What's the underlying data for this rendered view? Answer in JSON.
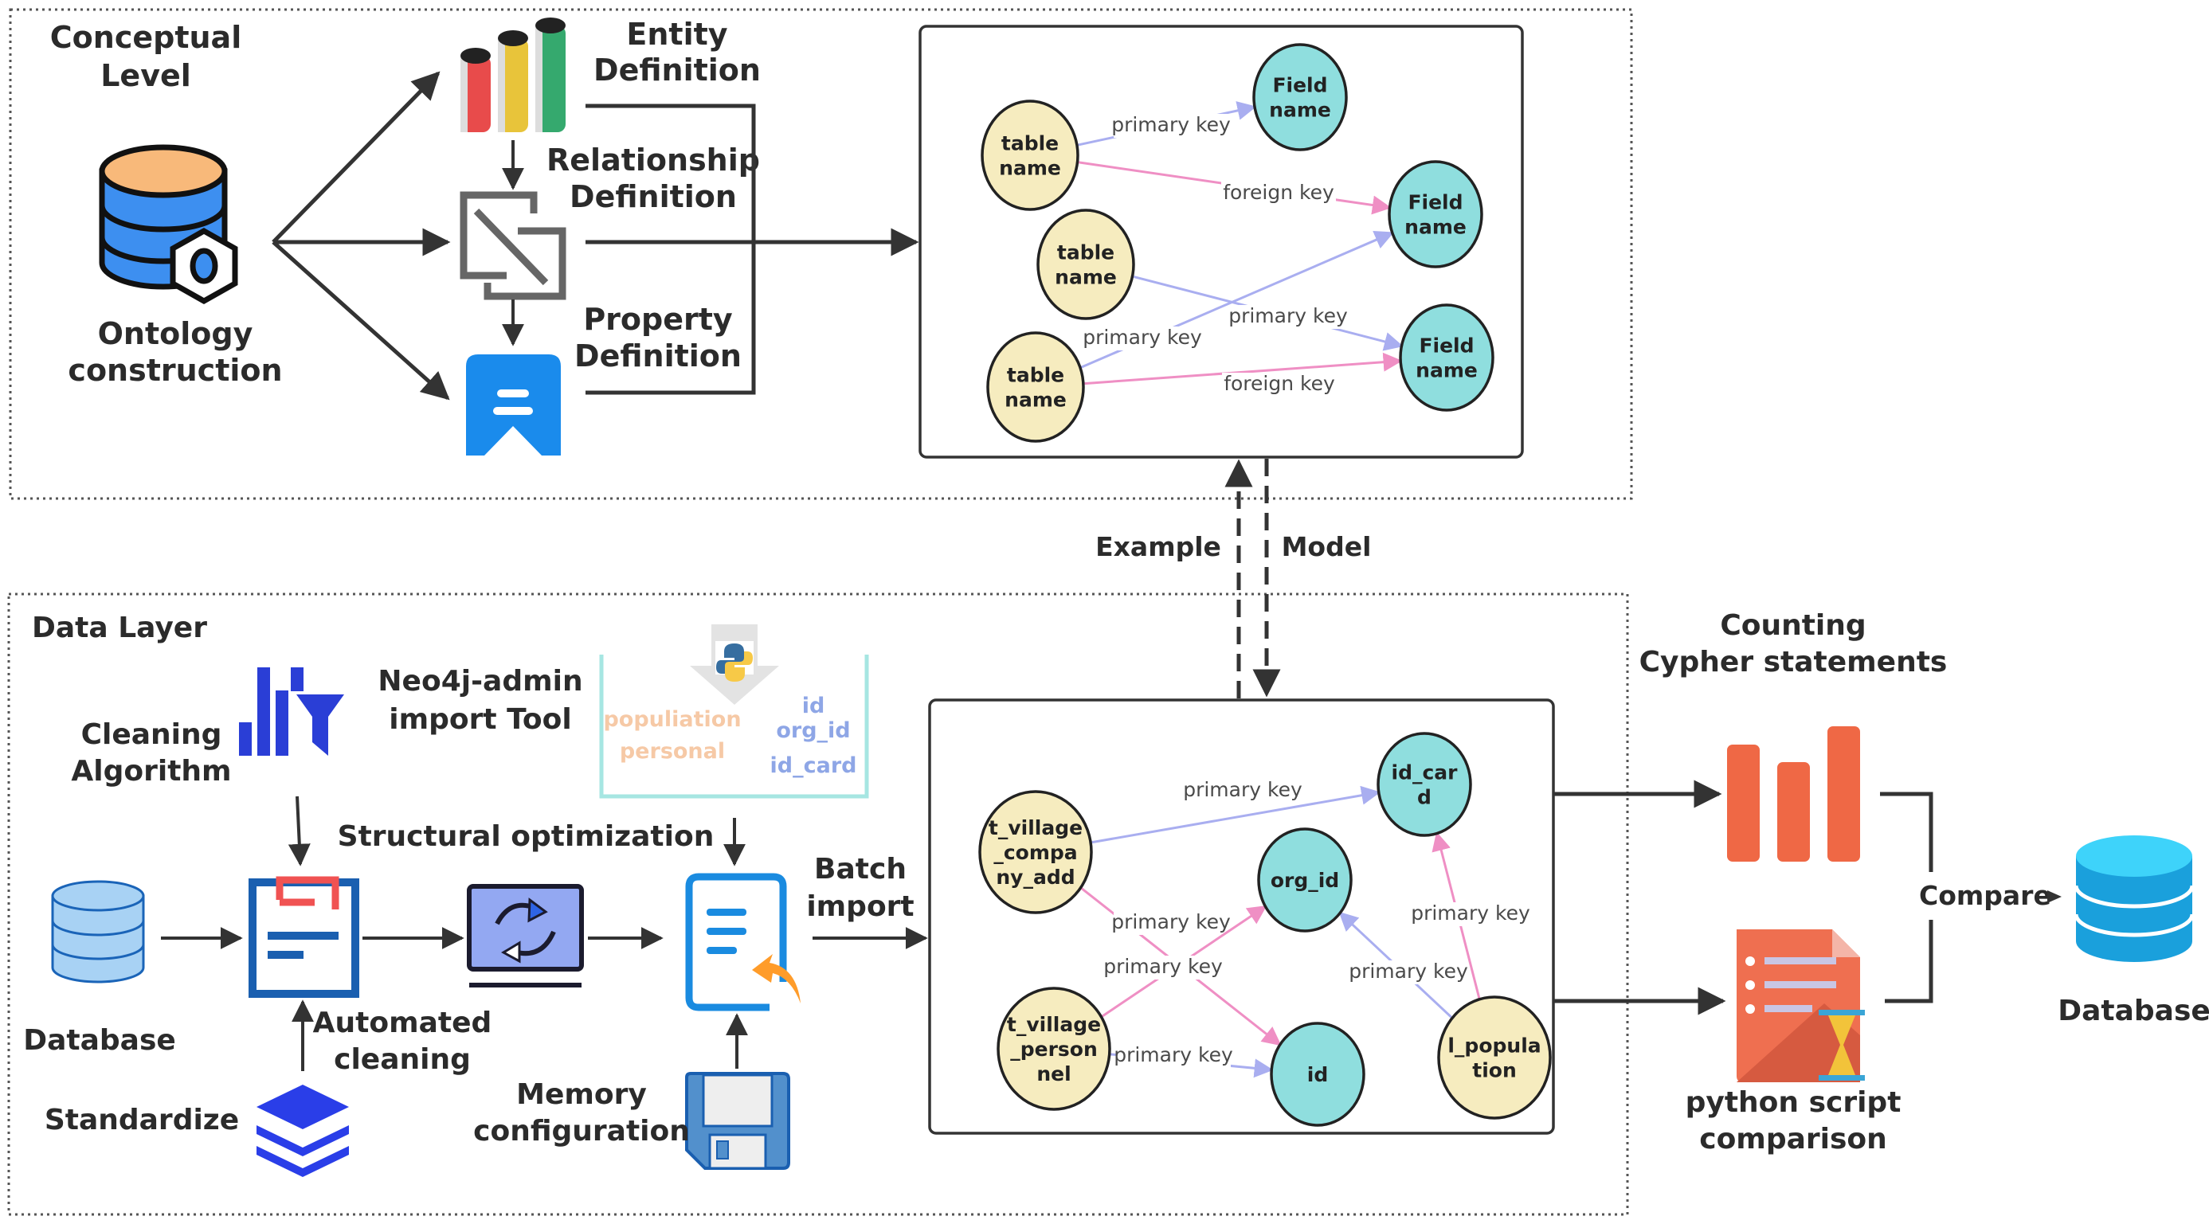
{
  "sections": {
    "conceptual": {
      "title_line1": "Conceptual",
      "title_line2": "Level"
    },
    "data": {
      "title": "Data Layer"
    }
  },
  "conceptual": {
    "ontology_line1": "Ontology",
    "ontology_line2": "construction",
    "entity_line1": "Entity",
    "entity_line2": "Definition",
    "relationship_line1": "Relationship",
    "relationship_line2": "Definition",
    "property_line1": "Property",
    "property_line2": "Definition"
  },
  "link": {
    "example": "Example",
    "model": "Model"
  },
  "data_layer": {
    "neo4j_line1": "Neo4j-admin",
    "neo4j_line2": "import Tool",
    "cleaning_line1": "Cleaning",
    "cleaning_line2": "Algorithm",
    "structural": "Structural optimization",
    "database": "Database",
    "automated_line1": "Automated",
    "automated_line2": "cleaning",
    "standardize": "Standardize",
    "memory_line1": "Memory",
    "memory_line2": "configuration",
    "batch_line1": "Batch",
    "batch_line2": "import",
    "python_box": {
      "left_words": [
        "populiation",
        "personal"
      ],
      "right_words": [
        "id",
        "org_id",
        "id_card"
      ]
    }
  },
  "verification": {
    "counting_line1": "Counting",
    "counting_line2": "Cypher statements",
    "python_line1": "python script",
    "python_line2": "comparison",
    "compare": "Compare",
    "database": "Database"
  },
  "top_graph": {
    "nodes": [
      {
        "id": "t1",
        "type": "table",
        "lines": [
          "table",
          "name"
        ]
      },
      {
        "id": "t2",
        "type": "table",
        "lines": [
          "table",
          "name"
        ]
      },
      {
        "id": "t3",
        "type": "table",
        "lines": [
          "table",
          "name"
        ]
      },
      {
        "id": "f1",
        "type": "field",
        "lines": [
          "Field",
          "name"
        ]
      },
      {
        "id": "f2",
        "type": "field",
        "lines": [
          "Field",
          "name"
        ]
      },
      {
        "id": "f3",
        "type": "field",
        "lines": [
          "Field",
          "name"
        ]
      }
    ],
    "edges": [
      {
        "from": "t1",
        "to": "f1",
        "label": "primary key",
        "kind": "primary"
      },
      {
        "from": "t1",
        "to": "f2",
        "label": "foreign key",
        "kind": "foreign"
      },
      {
        "from": "t2",
        "to": "f3",
        "label": "primary key",
        "kind": "primary"
      },
      {
        "from": "t3",
        "to": "f2",
        "label": "primary key",
        "kind": "primary"
      },
      {
        "from": "t3",
        "to": "f3",
        "label": "foreign key",
        "kind": "foreign"
      }
    ]
  },
  "bottom_graph": {
    "nodes": [
      {
        "id": "tvc",
        "type": "table",
        "lines": [
          "t_village",
          "_compa",
          "ny_add"
        ]
      },
      {
        "id": "tvp",
        "type": "table",
        "lines": [
          "t_village",
          "_person",
          "nel"
        ]
      },
      {
        "id": "lpop",
        "type": "table",
        "lines": [
          "l_popula",
          "tion"
        ]
      },
      {
        "id": "idcard",
        "type": "field",
        "lines": [
          "id_car",
          "d"
        ]
      },
      {
        "id": "orgid",
        "type": "field",
        "lines": [
          "org_id"
        ]
      },
      {
        "id": "id",
        "type": "field",
        "lines": [
          "id"
        ]
      }
    ],
    "edges": [
      {
        "from": "tvc",
        "to": "idcard",
        "label": "primary key",
        "kind": "primary"
      },
      {
        "from": "tvc",
        "to": "id",
        "label": "primary key",
        "kind": "foreign"
      },
      {
        "from": "tvp",
        "to": "orgid",
        "label": "primary key",
        "kind": "foreign"
      },
      {
        "from": "tvp",
        "to": "id",
        "label": "primary key",
        "kind": "primary"
      },
      {
        "from": "lpop",
        "to": "orgid",
        "label": "primary key",
        "kind": "primary"
      },
      {
        "from": "lpop",
        "to": "idcard",
        "label": "primary key",
        "kind": "foreign"
      }
    ]
  },
  "colors": {
    "table_fill": "#f6ecbf",
    "field_fill": "#8fdede",
    "primary_edge": "#a9aef0",
    "foreign_edge": "#ef8fc4",
    "arrow": "#333333",
    "teal_box": "#a6e6e2",
    "orange_text": "#f6c9a6",
    "blue_text": "#8ea6e6"
  }
}
